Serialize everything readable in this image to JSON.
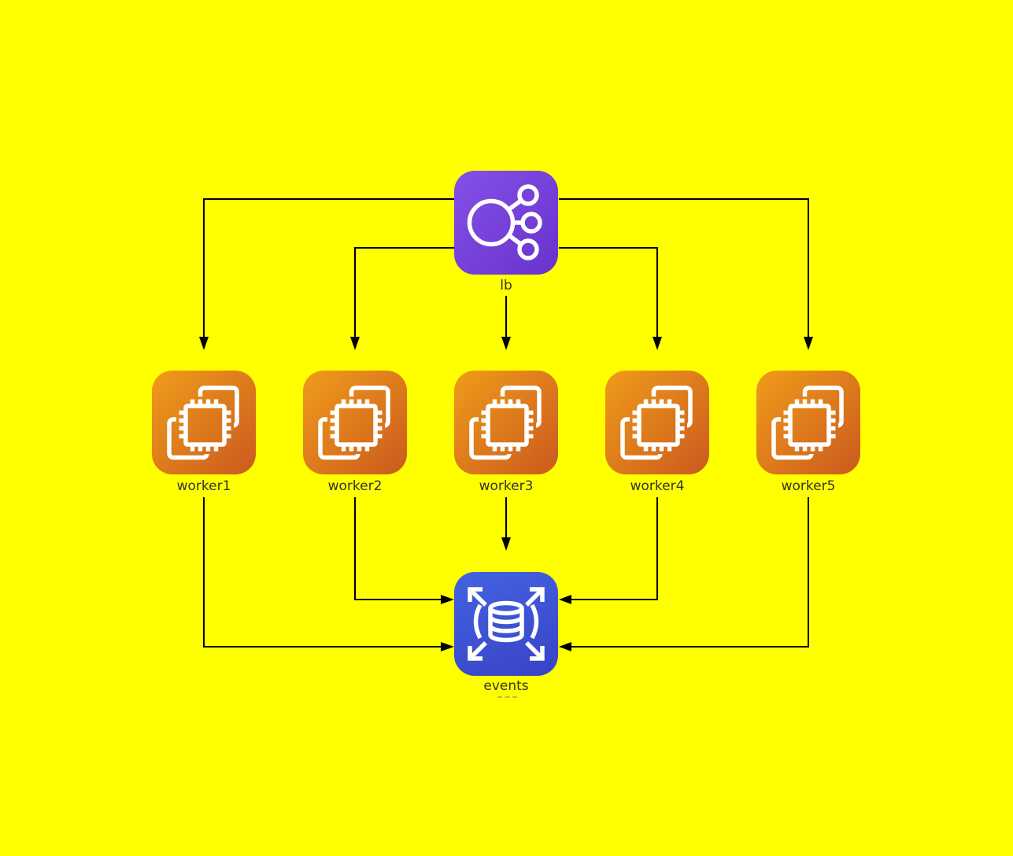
{
  "diagram": {
    "type": "architecture-flowchart",
    "background_color": "#FFFF00",
    "edge_color": "#000000",
    "label_color": "#333333",
    "nodes": [
      {
        "id": "lb",
        "label": "lb",
        "icon": "load-balancer-icon",
        "gradient": [
          "#8350E8",
          "#6833CC"
        ]
      },
      {
        "id": "worker1",
        "label": "worker1",
        "icon": "compute-instance-icon",
        "gradient": [
          "#F09C1A",
          "#CB5A1E"
        ]
      },
      {
        "id": "worker2",
        "label": "worker2",
        "icon": "compute-instance-icon",
        "gradient": [
          "#F09C1A",
          "#CB5A1E"
        ]
      },
      {
        "id": "worker3",
        "label": "worker3",
        "icon": "compute-instance-icon",
        "gradient": [
          "#F09C1A",
          "#CB5A1E"
        ]
      },
      {
        "id": "worker4",
        "label": "worker4",
        "icon": "compute-instance-icon",
        "gradient": [
          "#F09C1A",
          "#CB5A1E"
        ]
      },
      {
        "id": "worker5",
        "label": "worker5",
        "icon": "compute-instance-icon",
        "gradient": [
          "#F09C1A",
          "#CB5A1E"
        ]
      },
      {
        "id": "events",
        "label": "events",
        "icon": "database-scaling-icon",
        "gradient": [
          "#4363E0",
          "#3943C6"
        ]
      }
    ],
    "edges": [
      {
        "from": "lb",
        "to": "worker1"
      },
      {
        "from": "lb",
        "to": "worker2"
      },
      {
        "from": "lb",
        "to": "worker3"
      },
      {
        "from": "lb",
        "to": "worker4"
      },
      {
        "from": "lb",
        "to": "worker5"
      },
      {
        "from": "worker1",
        "to": "events"
      },
      {
        "from": "worker2",
        "to": "events"
      },
      {
        "from": "worker3",
        "to": "events"
      },
      {
        "from": "worker4",
        "to": "events"
      },
      {
        "from": "worker5",
        "to": "events"
      }
    ]
  }
}
